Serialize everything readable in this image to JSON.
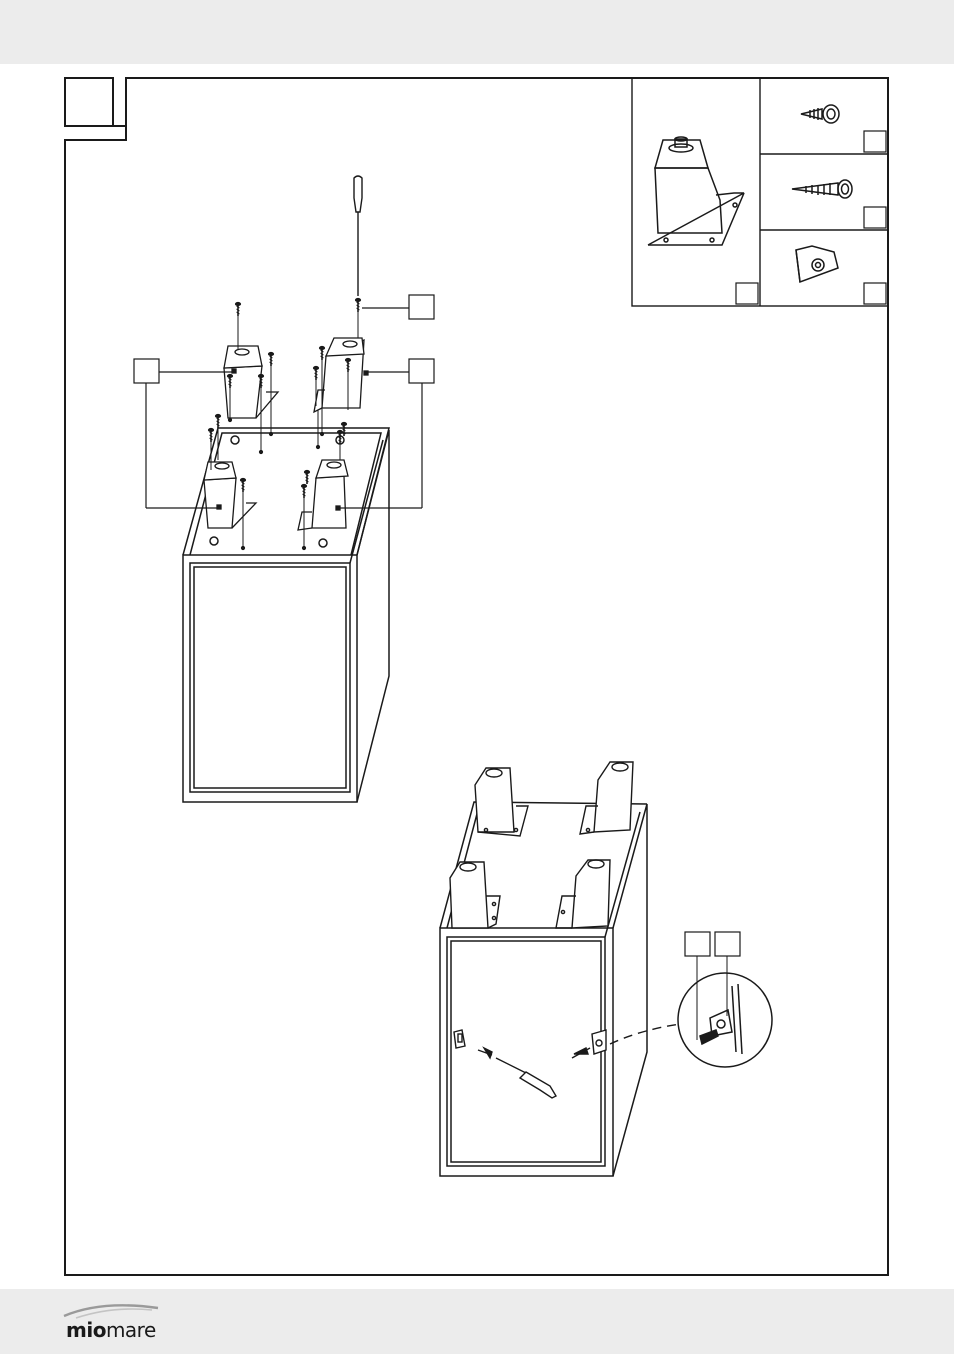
{
  "brand": {
    "logo_bold": "mio",
    "logo_light": "mare"
  },
  "colors": {
    "band": "#ececec",
    "ink": "#1a1a1a",
    "logo_swoosh": "#9a9a9a"
  },
  "panels": {
    "step_badge_label": "",
    "parts_legend": [
      {
        "part": "furniture-leg",
        "count_label": ""
      },
      {
        "part": "small-screw",
        "count_label": ""
      },
      {
        "part": "long-screw",
        "count_label": ""
      },
      {
        "part": "wall-bracket",
        "count_label": ""
      }
    ],
    "callout_labels": [
      "",
      "",
      "",
      "",
      ""
    ]
  }
}
